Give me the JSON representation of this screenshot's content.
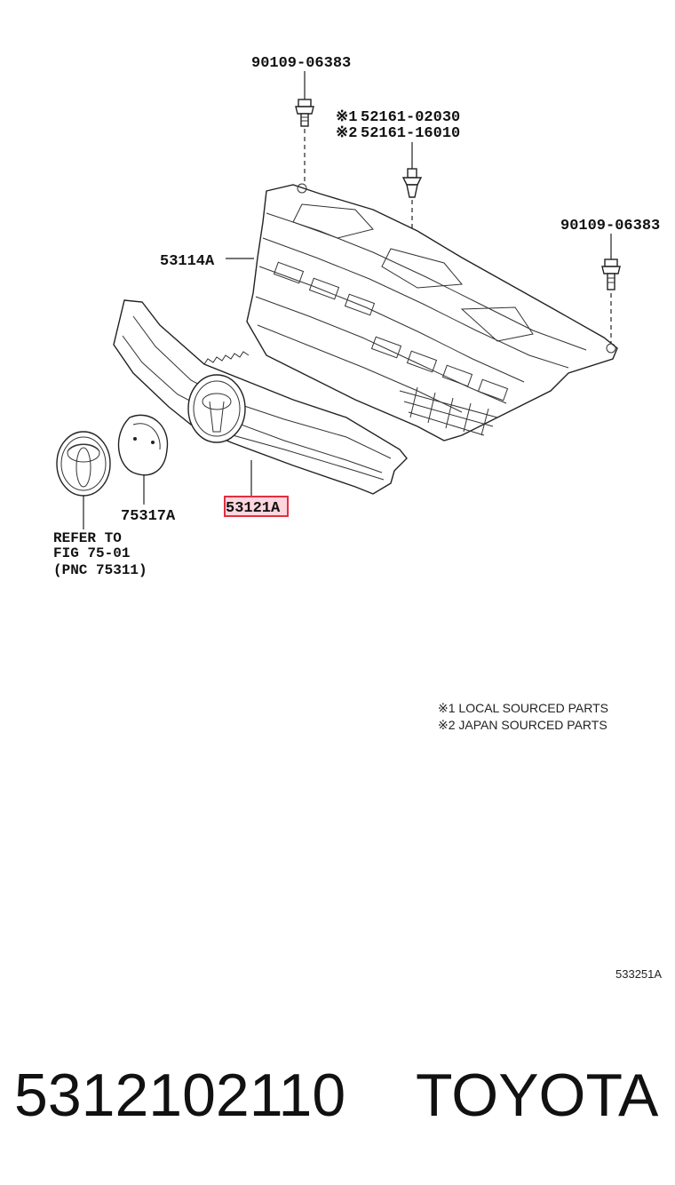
{
  "callouts": {
    "bolt_top": "90109-06383",
    "clip_local": "52161-02030",
    "clip_local_mark": "※1",
    "clip_japan": "52161-16010",
    "clip_japan_mark": "※2",
    "bolt_right": "90109-06383",
    "support": "53114A",
    "grille": "53121A",
    "emblem_plate": "75317A",
    "refer_line1": "REFER TO",
    "refer_line2": "FIG 75-01",
    "refer_line3": "(PNC 75311)"
  },
  "notes": {
    "note1": "※1 LOCAL SOURCED PARTS",
    "note2": "※2 JAPAN SOURCED PARTS"
  },
  "figure_id": "533251A",
  "footer": {
    "part_number": "5312102110",
    "brand": "TOYOTA"
  },
  "highlight_color": "#e03040"
}
